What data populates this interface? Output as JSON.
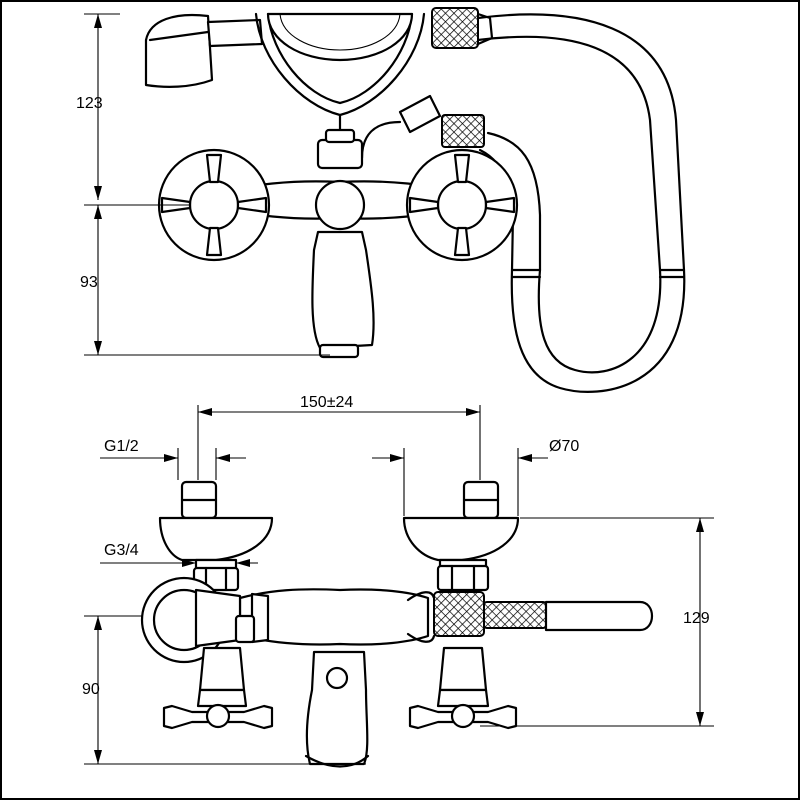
{
  "dimensions": {
    "top_height_upper": "123",
    "top_height_lower": "93",
    "spacing": "150±24",
    "inlet_thread": "G1/2",
    "rosette_diameter": "Ø70",
    "outlet_thread": "G3/4",
    "front_height": "129",
    "spout_height": "90"
  }
}
